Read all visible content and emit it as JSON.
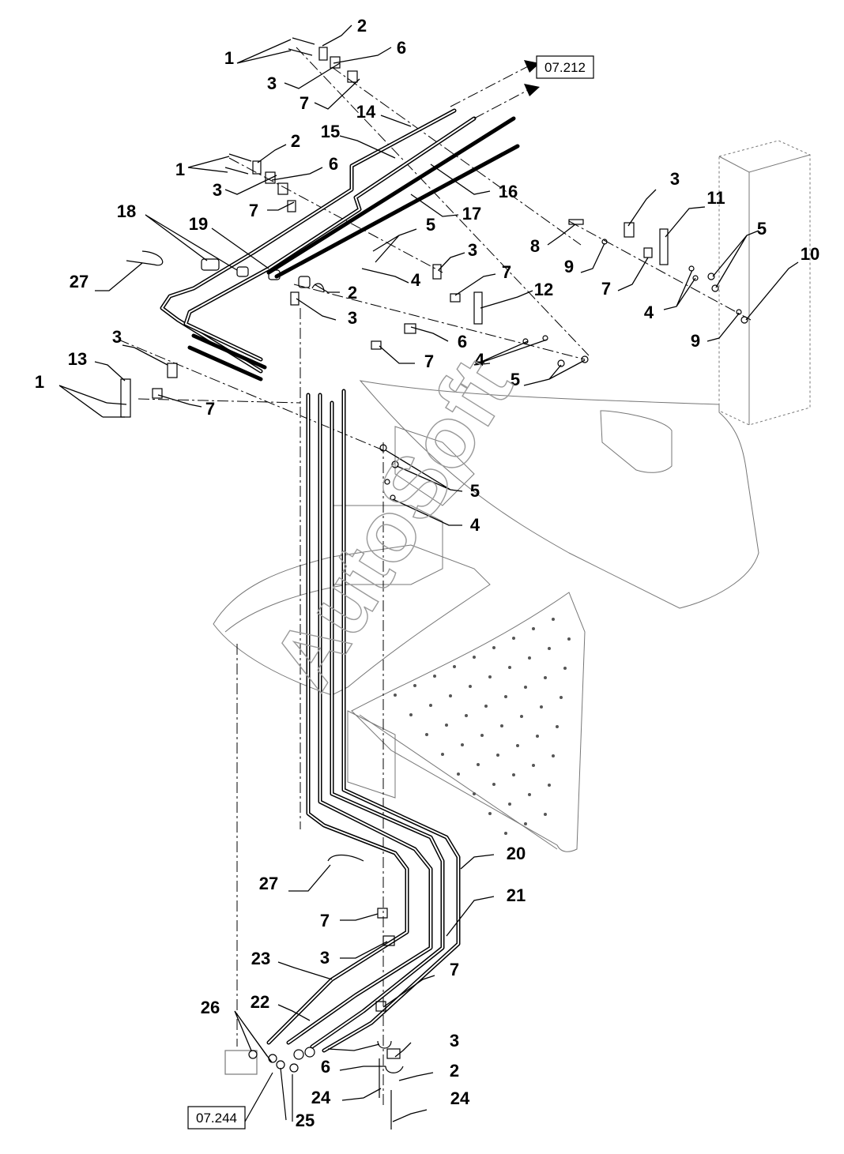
{
  "diagram": {
    "callouts": [
      {
        "id": "c2a",
        "text": "2"
      },
      {
        "id": "c1a",
        "text": "1"
      },
      {
        "id": "c6a",
        "text": "6"
      },
      {
        "id": "c3a",
        "text": "3"
      },
      {
        "id": "c7a",
        "text": "7"
      },
      {
        "id": "c14",
        "text": "14"
      },
      {
        "id": "c15",
        "text": "15"
      },
      {
        "id": "c2b",
        "text": "2"
      },
      {
        "id": "c1b",
        "text": "1"
      },
      {
        "id": "c6b",
        "text": "6"
      },
      {
        "id": "c3b",
        "text": "3"
      },
      {
        "id": "c16",
        "text": "16"
      },
      {
        "id": "c7b",
        "text": "7"
      },
      {
        "id": "c17",
        "text": "17"
      },
      {
        "id": "c18",
        "text": "18"
      },
      {
        "id": "c19",
        "text": "19"
      },
      {
        "id": "c27a",
        "text": "27"
      },
      {
        "id": "c5a",
        "text": "5"
      },
      {
        "id": "c3c",
        "text": "3"
      },
      {
        "id": "c4a",
        "text": "4"
      },
      {
        "id": "c2c",
        "text": "2"
      },
      {
        "id": "c3d",
        "text": "3"
      },
      {
        "id": "c7c",
        "text": "7"
      },
      {
        "id": "c12",
        "text": "12"
      },
      {
        "id": "c6c",
        "text": "6"
      },
      {
        "id": "c4b",
        "text": "4"
      },
      {
        "id": "c7d",
        "text": "7"
      },
      {
        "id": "c5b",
        "text": "5"
      },
      {
        "id": "c3e",
        "text": "3"
      },
      {
        "id": "c11",
        "text": "11"
      },
      {
        "id": "c8",
        "text": "8"
      },
      {
        "id": "c9a",
        "text": "9"
      },
      {
        "id": "c5c",
        "text": "5"
      },
      {
        "id": "c10",
        "text": "10"
      },
      {
        "id": "c7e",
        "text": "7"
      },
      {
        "id": "c4c",
        "text": "4"
      },
      {
        "id": "c9b",
        "text": "9"
      },
      {
        "id": "c3f",
        "text": "3"
      },
      {
        "id": "c13",
        "text": "13"
      },
      {
        "id": "c1c",
        "text": "1"
      },
      {
        "id": "c7f",
        "text": "7"
      },
      {
        "id": "c5d",
        "text": "5"
      },
      {
        "id": "c4d",
        "text": "4"
      },
      {
        "id": "c20",
        "text": "20"
      },
      {
        "id": "c21",
        "text": "21"
      },
      {
        "id": "c27b",
        "text": "27"
      },
      {
        "id": "c7g",
        "text": "7"
      },
      {
        "id": "c3g",
        "text": "3"
      },
      {
        "id": "c23",
        "text": "23"
      },
      {
        "id": "c7h",
        "text": "7"
      },
      {
        "id": "c26",
        "text": "26"
      },
      {
        "id": "c22",
        "text": "22"
      },
      {
        "id": "c3h",
        "text": "3"
      },
      {
        "id": "c6d",
        "text": "6"
      },
      {
        "id": "c2d",
        "text": "2"
      },
      {
        "id": "c24a",
        "text": "24"
      },
      {
        "id": "c24b",
        "text": "24"
      },
      {
        "id": "c25",
        "text": "25"
      }
    ],
    "references": [
      {
        "id": "ref-top",
        "text": "07.212"
      },
      {
        "id": "ref-bottom",
        "text": "07.244"
      }
    ],
    "watermark": "AutoSoft"
  }
}
